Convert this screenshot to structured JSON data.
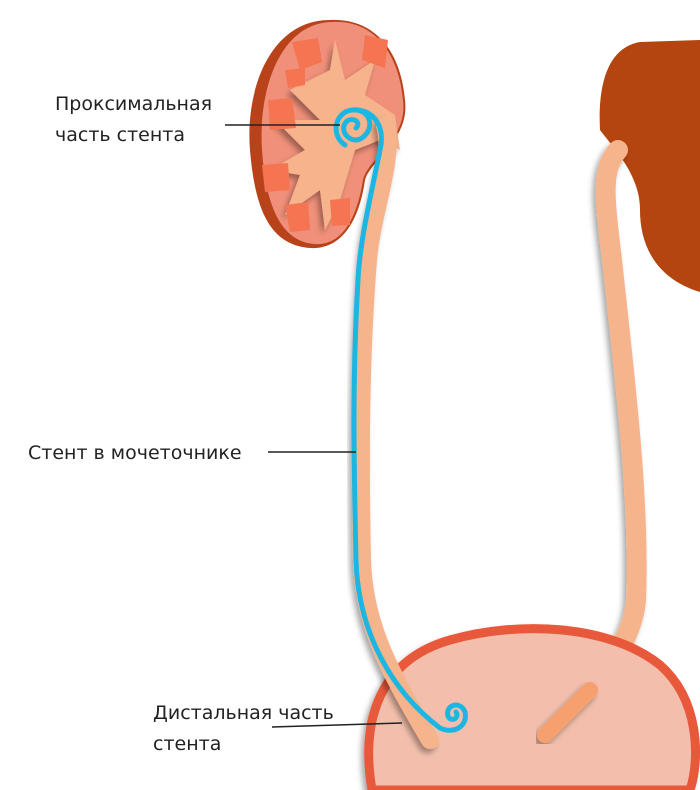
{
  "labels": {
    "proximal_line1": "Проксимальная",
    "proximal_line2": "часть стента",
    "ureter_stent": "Стент в мочеточнике",
    "distal_line1": "Дистальная часть",
    "distal_line2": "стента"
  },
  "colors": {
    "kidney": "#F0907A",
    "kidney_edge": "#B8421A",
    "calyx": "#F57452",
    "pelvis": "#F7B48C",
    "ureter": "#F6B48C",
    "stent": "#1CB6E3",
    "right_kidney": "#B44410",
    "bladder_fill": "#F3BFAC",
    "bladder_wall": "#E8583A"
  }
}
